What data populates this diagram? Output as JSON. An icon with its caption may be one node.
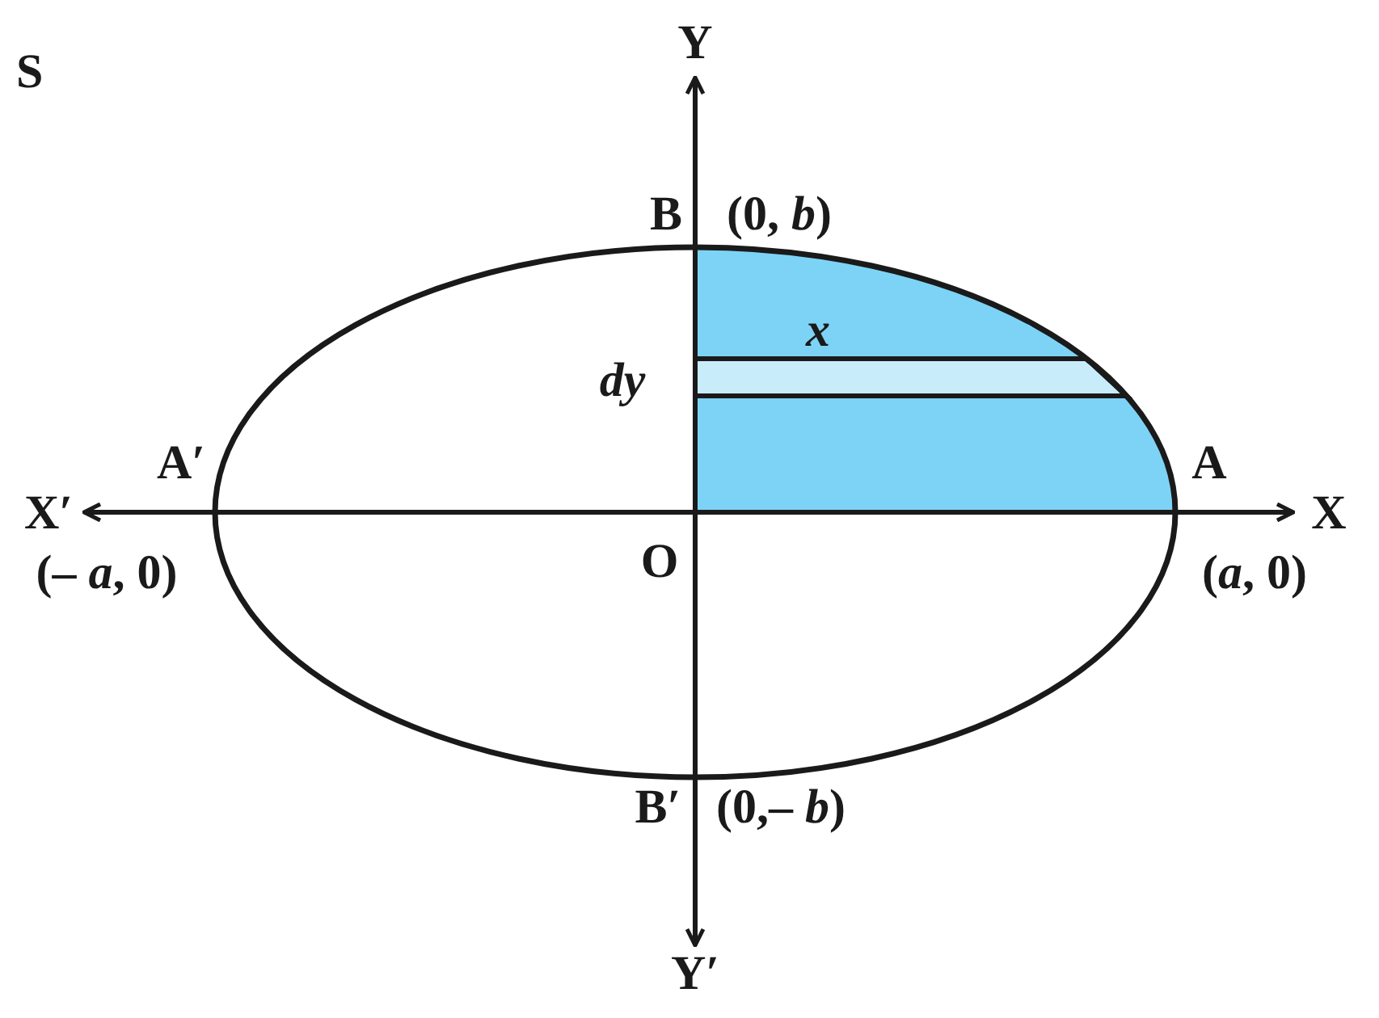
{
  "diagram": {
    "labels": [
      "S",
      "Y",
      "B",
      "(0, *b*)",
      "x",
      "dy",
      "A′",
      "A",
      "X′",
      "X",
      "O",
      "(– *a*, 0)",
      "(*a*, 0)",
      "B′",
      "(0,– *b*)",
      "Y′"
    ]
  }
}
